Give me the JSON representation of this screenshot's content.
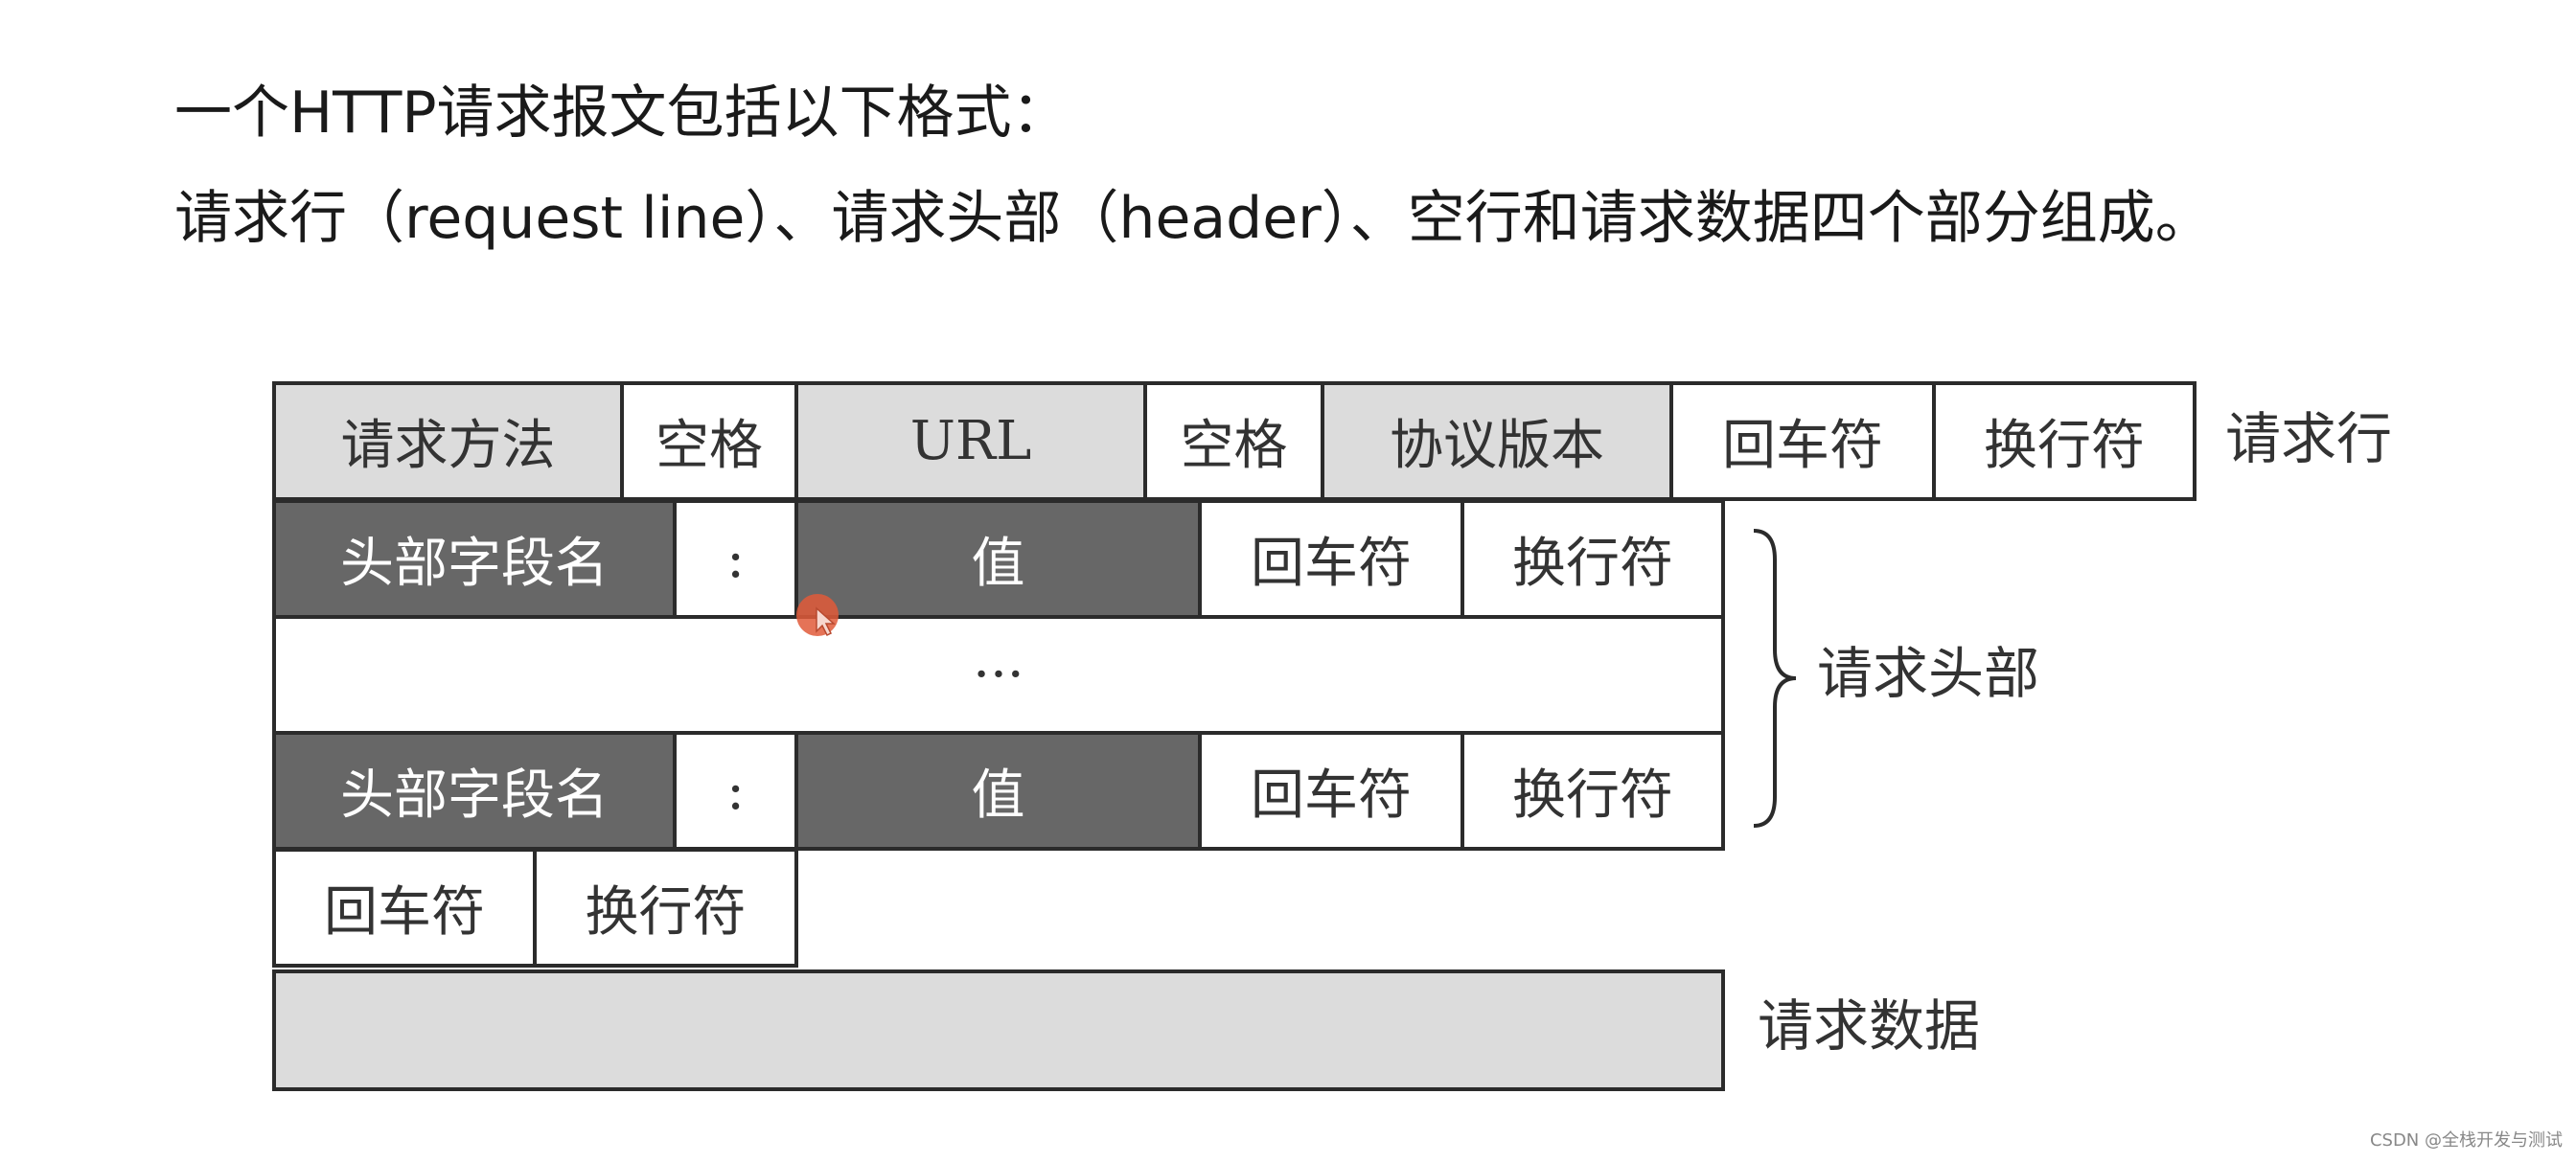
{
  "intro": {
    "line1": "一个HTTP请求报文包括以下格式：",
    "line2": "请求行（request line）、请求头部（header）、空行和请求数据四个部分组成。"
  },
  "diagram": {
    "request_line": {
      "cells": [
        "请求方法",
        "空格",
        "URL",
        "空格",
        "协议版本",
        "回车符",
        "换行符"
      ],
      "label": "请求行"
    },
    "header_row_1": [
      "头部字段名",
      ":",
      "值",
      "回车符",
      "换行符"
    ],
    "ellipsis": "···",
    "header_row_2": [
      "头部字段名",
      ":",
      "值",
      "回车符",
      "换行符"
    ],
    "header_label": "请求头部",
    "blank_line": [
      "回车符",
      "换行符"
    ],
    "body_label": "请求数据"
  },
  "colors": {
    "light_cell": "#dcdcdc",
    "dark_cell": "#676767",
    "border": "#2b2b2b",
    "cursor": "#e05a3a"
  },
  "watermark": "CSDN @全栈开发与测试"
}
